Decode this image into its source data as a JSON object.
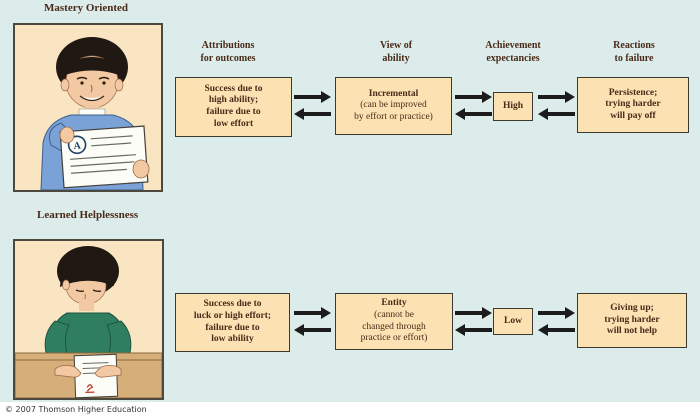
{
  "colors": {
    "background": "#dcecea",
    "footer_bg": "#ffffff",
    "box_fill": "#fae2b3",
    "box_border": "#3c3a30",
    "text": "#4a2a18",
    "arrow": "#1c1c1c",
    "frame_fill": "#fae5c2",
    "frame_border": "#4c4a40"
  },
  "column_headers": [
    {
      "label": "Attributions\nfor outcomes"
    },
    {
      "label": "View of\nability"
    },
    {
      "label": "Achievement\nexpectancies"
    },
    {
      "label": "Reactions\nto failure"
    }
  ],
  "rows": [
    {
      "title": "Mastery Oriented",
      "illustration_alt": "smiling child holding up a paper marked with a circled A",
      "attribution": "Success due to\nhigh ability;\nfailure due to\nlow effort",
      "view_title": "Incremental",
      "view_detail": "(can be improved\nby effort or practice)",
      "expectancy": "High",
      "reaction": "Persistence;\ntrying harder\nwill pay off"
    },
    {
      "title": "Learned Helplessness",
      "illustration_alt": "sad child at a desk looking down at a paper with a red failing mark",
      "attribution": "Success due to\nluck or high effort;\nfailure due to\nlow ability",
      "view_title": "Entity",
      "view_detail": "(cannot be\nchanged through\npractice or effort)",
      "expectancy": "Low",
      "reaction": "Giving up;\ntrying harder\nwill not help"
    }
  ],
  "copyright": "© 2007 Thomson Higher Education"
}
